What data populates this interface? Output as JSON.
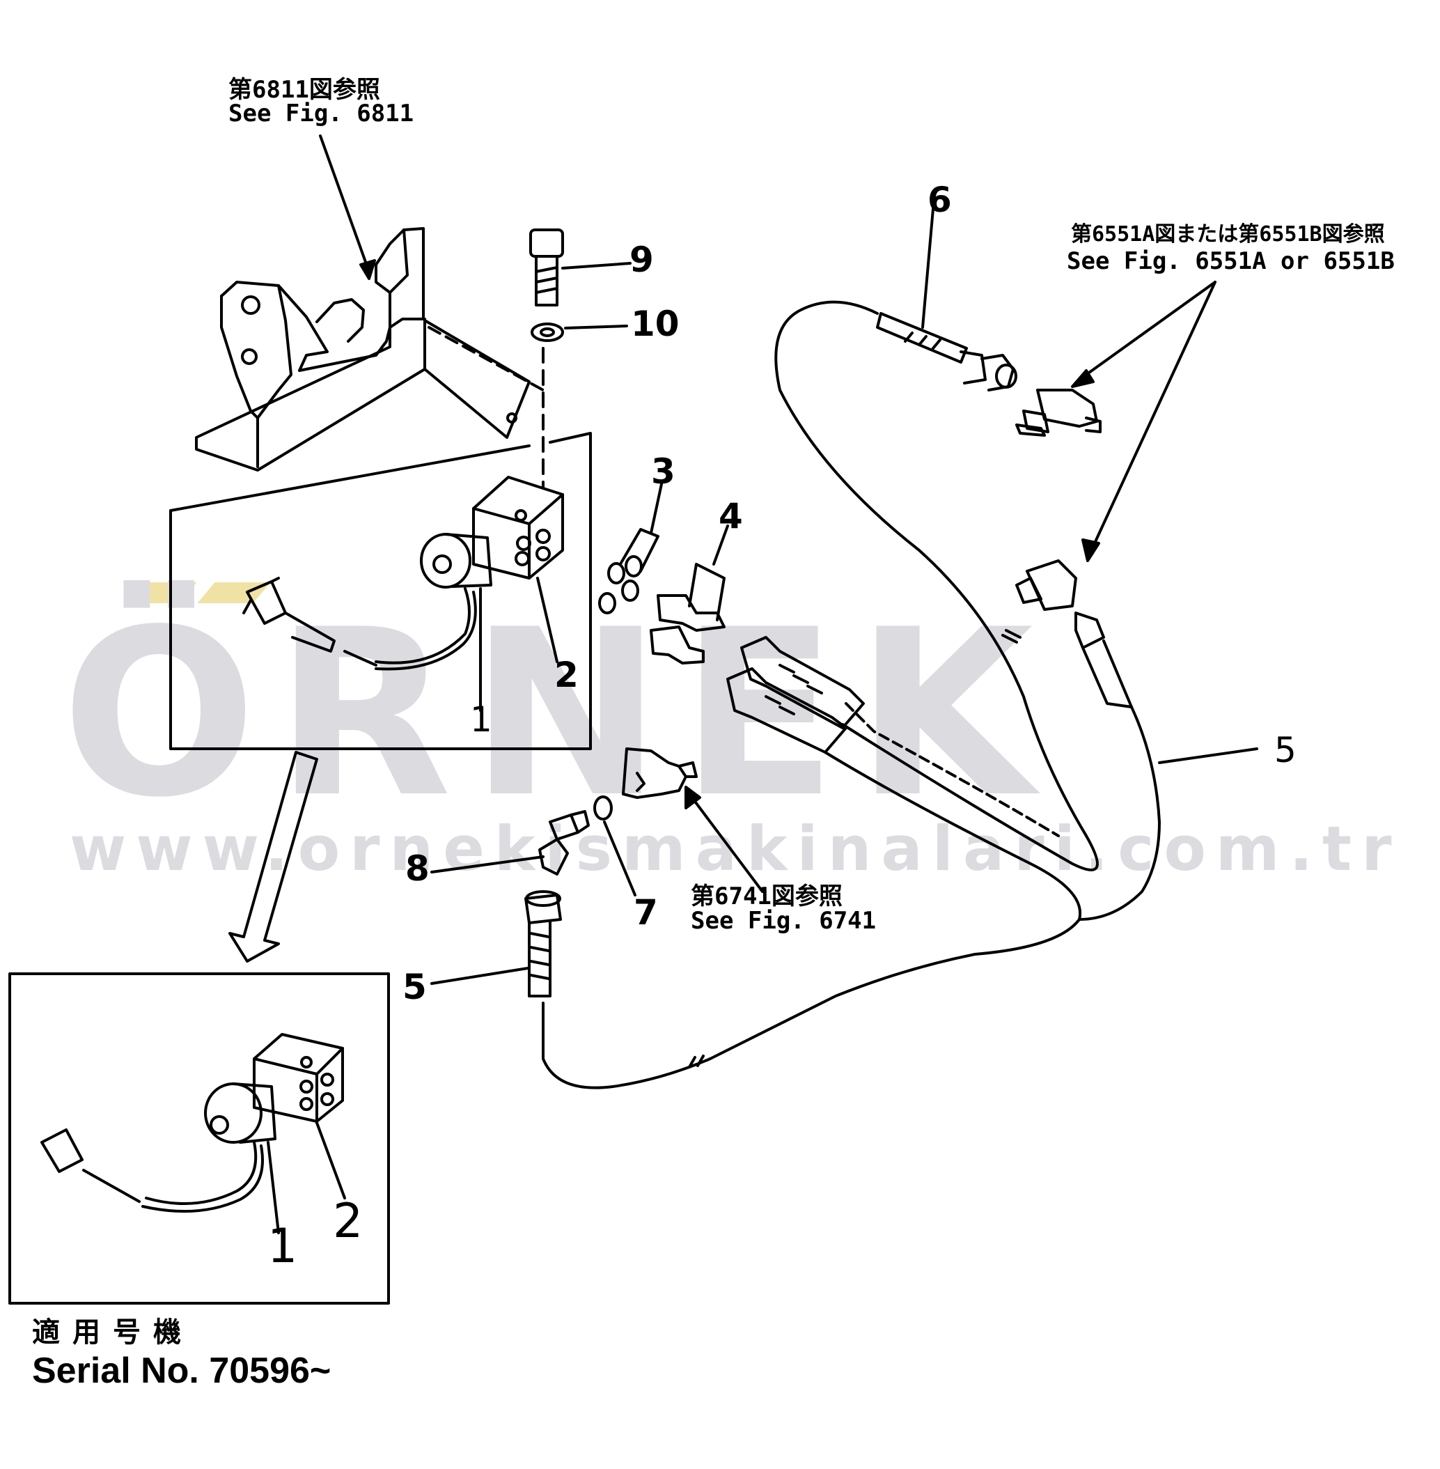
{
  "watermark": {
    "brand": "ÖRNEK",
    "url": "www.ornekismakinalari.com.tr",
    "accent_color": "#f0e2a4",
    "text_color": "#dcdbe0"
  },
  "references": {
    "fig_6811_jp": "第6811図参照",
    "fig_6811_en": "See Fig. 6811",
    "fig_6551_jp": "第6551A図または第6551B図参照",
    "fig_6551_en": "See Fig. 6551A or 6551B",
    "fig_6741_jp": "第6741図参照",
    "fig_6741_en": "See Fig. 6741"
  },
  "callouts": {
    "p1": "1",
    "p2": "2",
    "p3": "3",
    "p4": "4",
    "p5": "5",
    "p5b": "5",
    "p6": "6",
    "p7": "7",
    "p8": "8",
    "p9": "9",
    "p10": "10",
    "inset_p1": "1",
    "inset_p2": "2"
  },
  "serial": {
    "title": "適用号機",
    "number": "Serial No. 70596~"
  }
}
